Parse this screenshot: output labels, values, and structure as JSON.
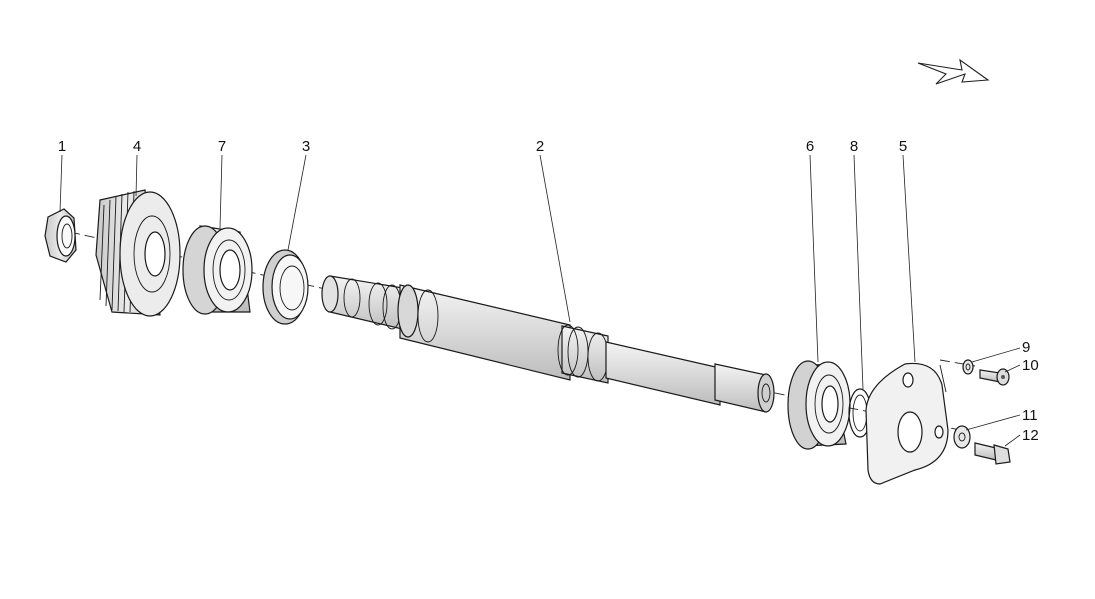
{
  "callouts": [
    {
      "id": "nut",
      "number": "1"
    },
    {
      "id": "shaft",
      "number": "2"
    },
    {
      "id": "seal",
      "number": "3"
    },
    {
      "id": "gear",
      "number": "4"
    },
    {
      "id": "cover-plate",
      "number": "5"
    },
    {
      "id": "bearing-right",
      "number": "6"
    },
    {
      "id": "bearing-left",
      "number": "7"
    },
    {
      "id": "circlip",
      "number": "8"
    },
    {
      "id": "washer-top",
      "number": "9"
    },
    {
      "id": "screw-top",
      "number": "10"
    },
    {
      "id": "washer-bottom",
      "number": "11"
    },
    {
      "id": "screw-bottom",
      "number": "12"
    }
  ],
  "direction_arrow_icon": "direction-arrow-icon"
}
